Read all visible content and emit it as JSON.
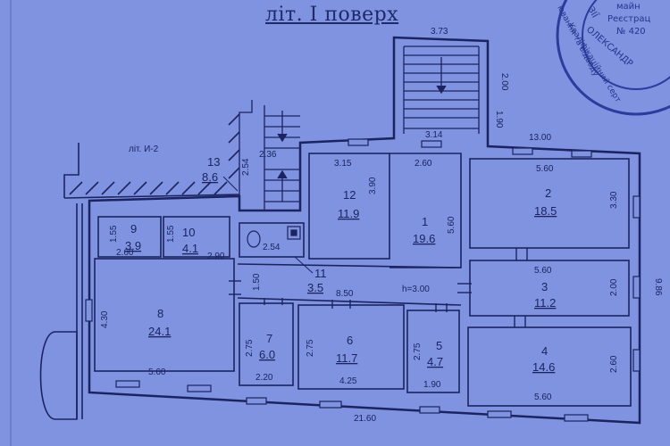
{
  "title": "літ. І поверх",
  "subtitle_lit": "літ. И-2",
  "stair_label": {
    "num": "13",
    "area": "8.6"
  },
  "stamp_lines": [
    "майн",
    "Реєстрац",
    "№ 420",
    "ЗІЇ",
    "ОЛЕКСАНДР",
    "Кваліфікаційний серт",
    "ювання та відводу"
  ],
  "rooms": [
    {
      "num": "1",
      "area": "19.6"
    },
    {
      "num": "2",
      "area": "18.5"
    },
    {
      "num": "3",
      "area": "11.2"
    },
    {
      "num": "4",
      "area": "14.6"
    },
    {
      "num": "5",
      "area": "4.7"
    },
    {
      "num": "6",
      "area": "11.7"
    },
    {
      "num": "7",
      "area": "6.0"
    },
    {
      "num": "8",
      "area": "24.1"
    },
    {
      "num": "9",
      "area": "3.9"
    },
    {
      "num": "10",
      "area": "4.1"
    },
    {
      "num": "11",
      "area": "3.5"
    },
    {
      "num": "12",
      "area": "11.9"
    }
  ],
  "dims": {
    "stair_top": "3.73",
    "stair_right": "2.00",
    "stair_low": "1.90",
    "corr_w": "3.14",
    "top_right": "13.00",
    "r12_top": "3.15",
    "r1_top": "2.60",
    "r2_top": "5.60",
    "r12_h": "3.90",
    "r1_h": "5.60",
    "r2_h": "3.30",
    "r3_top": "5.60",
    "r3_h": "2.00",
    "r4_h": "2.60",
    "r4_bot": "5.60",
    "right_total": "9.86",
    "left_stair_h": "2.54",
    "left_stair_w": "2.36",
    "r9_h": "1.55",
    "r9_w": "2.60",
    "r10_h": "1.55",
    "r10_w": "2.90",
    "wc_w": "2.54",
    "hall_h": "1.50",
    "r8_h": "4.30",
    "r8_w": "5.60",
    "hall_len": "8.50",
    "ceiling": "h=3.00",
    "r7_h": "2.75",
    "r7_w": "2.20",
    "r6_h": "2.75",
    "r6_w": "4.25",
    "r5_h": "2.75",
    "r5_w": "1.90",
    "total_w": "21.60"
  }
}
